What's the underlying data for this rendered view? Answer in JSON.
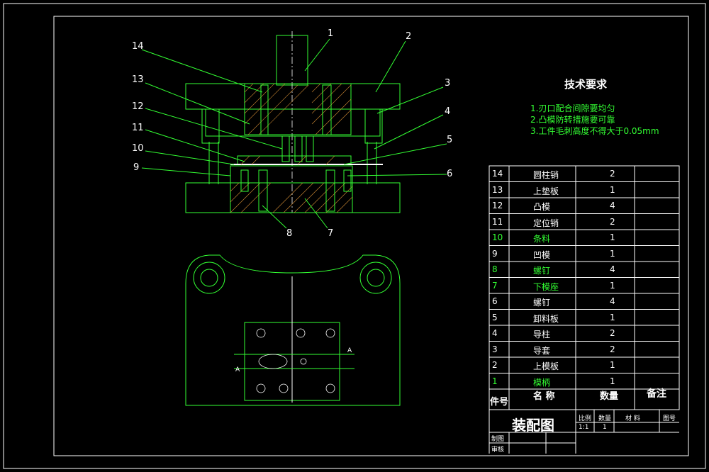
{
  "drawing": {
    "tech_title": "技术要求",
    "tech_notes": [
      "1.刃口配合间隙要均匀",
      "2.凸模防转措施要可靠",
      "3.工件毛刺高度不得大于0.05mm"
    ],
    "balloons": [
      "1",
      "2",
      "3",
      "4",
      "5",
      "6",
      "7",
      "8",
      "9",
      "10",
      "11",
      "12",
      "13",
      "14"
    ],
    "section_marks": [
      "A",
      "A"
    ]
  },
  "bom": {
    "rows": [
      {
        "no": "14",
        "name": "圆柱销",
        "qty": "2"
      },
      {
        "no": "13",
        "name": "上垫板",
        "qty": "1"
      },
      {
        "no": "12",
        "name": "凸模",
        "qty": "4"
      },
      {
        "no": "11",
        "name": "定位销",
        "qty": "2"
      },
      {
        "no": "10",
        "name": "条料",
        "qty": "1"
      },
      {
        "no": "9",
        "name": "凹模",
        "qty": "1"
      },
      {
        "no": "8",
        "name": "螺钉",
        "qty": "4"
      },
      {
        "no": "7",
        "name": "下模座",
        "qty": "1"
      },
      {
        "no": "6",
        "name": "螺钉",
        "qty": "4"
      },
      {
        "no": "5",
        "name": "卸料板",
        "qty": "1"
      },
      {
        "no": "4",
        "name": "导柱",
        "qty": "2"
      },
      {
        "no": "3",
        "name": "导套",
        "qty": "2"
      },
      {
        "no": "2",
        "name": "上模板",
        "qty": "1"
      },
      {
        "no": "1",
        "name": "模柄",
        "qty": "1"
      }
    ],
    "header": {
      "no": "件号",
      "name": "名 称",
      "qty": "数量",
      "remark": "备注"
    }
  },
  "title_block": {
    "title": "装配图",
    "scale_label": "比例",
    "qty_label": "数量",
    "material_label": "材 料",
    "drawing_no_label": "图号",
    "scale_value": "1:1",
    "qty_value": "1",
    "drawn_label": "制图",
    "checked_label": "审核"
  },
  "colors": {
    "line": "#33ff33",
    "text": "#ffffff",
    "background": "#000000"
  }
}
